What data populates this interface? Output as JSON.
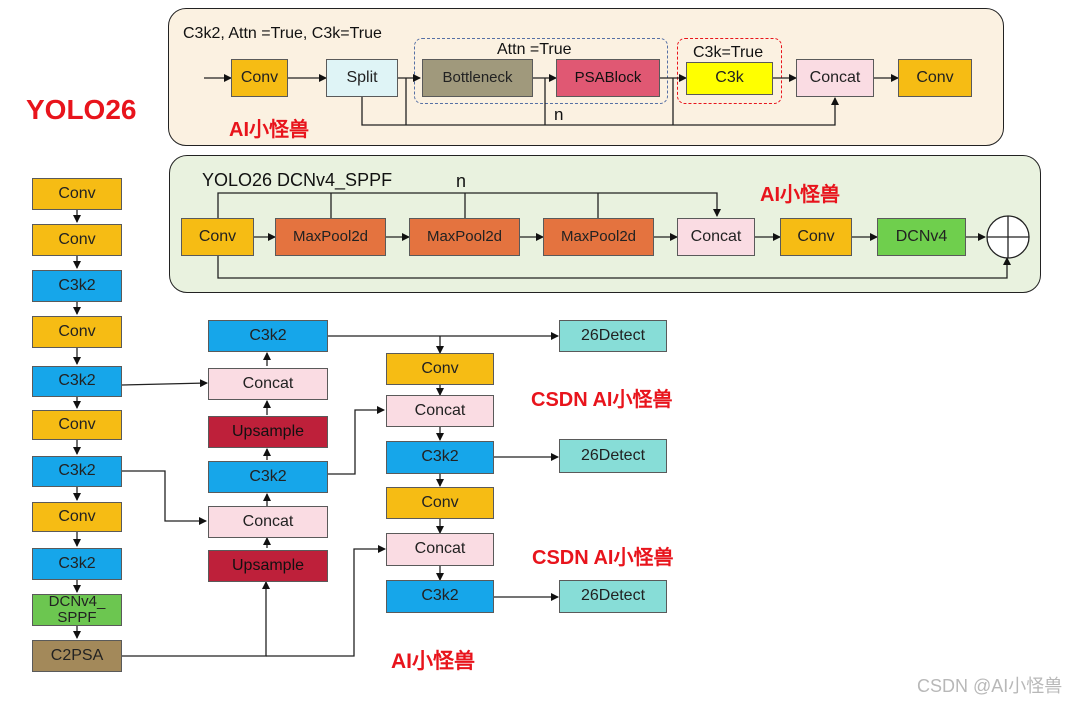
{
  "top_panel": {
    "title": "C3k2, Attn =True, C3k=True",
    "attn_label": "Attn =True",
    "c3k_label": "C3k=True",
    "n_label": "n",
    "watermark": "AI小怪兽",
    "blocks": {
      "conv_in": "Conv",
      "split": "Split",
      "bottleneck": "Bottleneck",
      "psablock": "PSABlock",
      "c3k": "C3k",
      "concat": "Concat",
      "conv_out": "Conv"
    }
  },
  "sppf_panel": {
    "title": "YOLO26  DCNv4_SPPF",
    "n_label": "n",
    "watermark": "AI小怪兽",
    "blocks": {
      "conv_in": "Conv",
      "maxpool_1": "MaxPool2d",
      "maxpool_2": "MaxPool2d",
      "maxpool_3": "MaxPool2d",
      "concat": "Concat",
      "conv_out": "Conv",
      "dcnv4": "DCNv4"
    }
  },
  "yolo_title": "YOLO26",
  "backbone": [
    "Conv",
    "Conv",
    "C3k2",
    "Conv",
    "C3k2",
    "Conv",
    "C3k2",
    "Conv",
    "C3k2",
    "DCNv4_\nSPPF",
    "C2PSA"
  ],
  "neck_up": {
    "c3k2_top": "C3k2",
    "concat_1": "Concat",
    "upsample_1": "Upsample",
    "c3k2_mid": "C3k2",
    "concat_2": "Concat",
    "upsample_2": "Upsample"
  },
  "neck_down": {
    "conv_1": "Conv",
    "concat_1": "Concat",
    "c3k2_1": "C3k2",
    "conv_2": "Conv",
    "concat_2": "Concat",
    "c3k2_2": "C3k2"
  },
  "detect": [
    "26Detect",
    "26Detect",
    "26Detect"
  ],
  "watermarks": {
    "csdn_1": "CSDN AI小怪兽",
    "csdn_2": "CSDN AI小怪兽",
    "bottom": "AI小怪兽",
    "footer": "CSDN @AI小怪兽"
  }
}
